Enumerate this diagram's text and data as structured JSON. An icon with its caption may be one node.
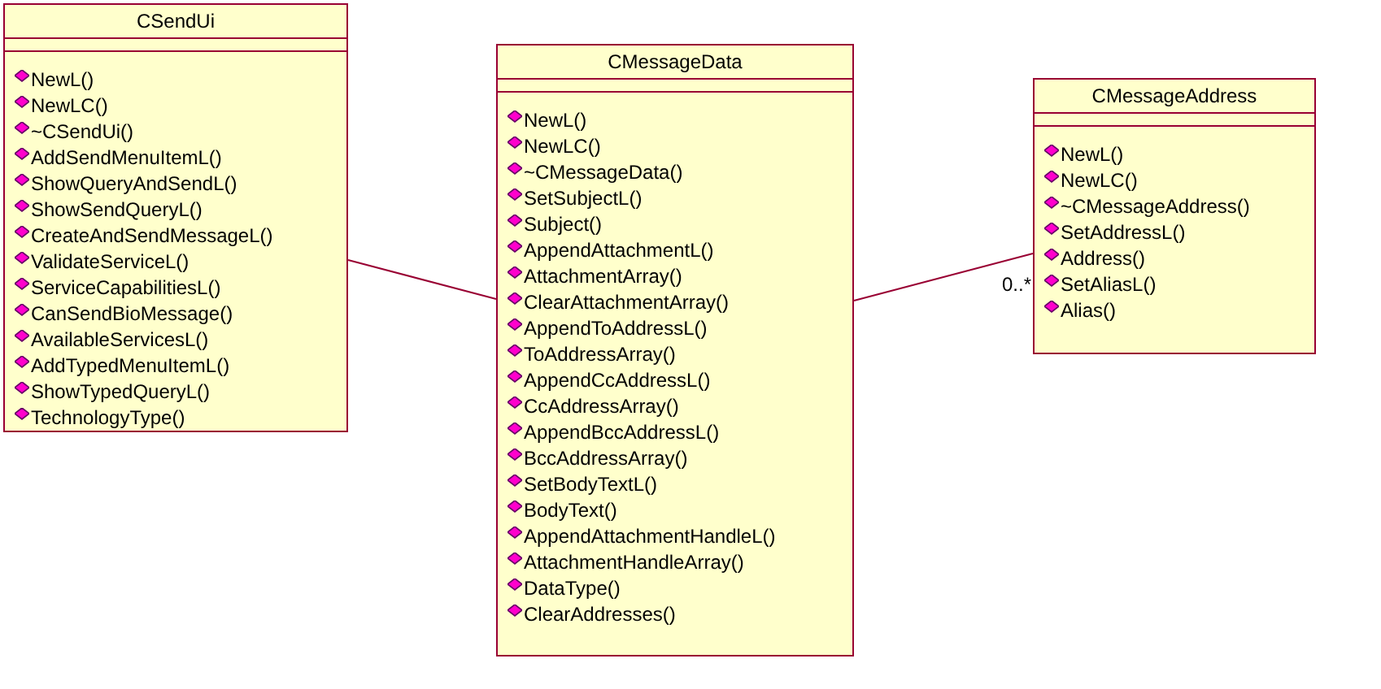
{
  "diagram": {
    "nodes": [
      {
        "text": [
          "CSendUi",
          "NewL()",
          "NewLC()",
          "~CSendUi()",
          "AddSendMenuItemL()",
          "ShowQueryAndSendL()",
          "ShowSendQueryL()",
          "CreateAndSendMessageL()",
          "ValidateServiceL()",
          "ServiceCapabilitiesL()",
          "CanSendBioMessage()",
          "AvailableServicesL()",
          "AddTypedMenuItemL()",
          "ShowTypedQueryL()",
          "TechnologyType()"
        ]
      },
      {
        "text": [
          "CMessageData",
          "NewL()",
          "NewLC()",
          "~CMessageData()",
          "SetSubjectL()",
          "Subject()",
          "AppendAttachmentL()",
          "AttachmentArray()",
          "ClearAttachmentArray()",
          "AppendToAddressL()",
          "ToAddressArray()",
          "AppendCcAddressL()",
          "CcAddressArray()",
          "AppendBccAddressL()",
          "BccAddressArray()",
          "SetBodyTextL()",
          "BodyText()",
          "AppendAttachmentHandleL()",
          "AttachmentHandleArray()",
          "DataType()",
          "ClearAddresses()"
        ]
      },
      {
        "text": [
          "CMessageAddress",
          "NewL()",
          "NewLC()",
          "~CMessageAddress()",
          "SetAddressL()",
          "Address()",
          "SetAliasL()",
          "Alias()"
        ]
      }
    ],
    "edges": [
      {
        "from": 0,
        "to": 1,
        "arrow": "none"
      },
      {
        "from": 1,
        "to": 2,
        "arrow": "none",
        "label": "0..*"
      }
    ]
  }
}
